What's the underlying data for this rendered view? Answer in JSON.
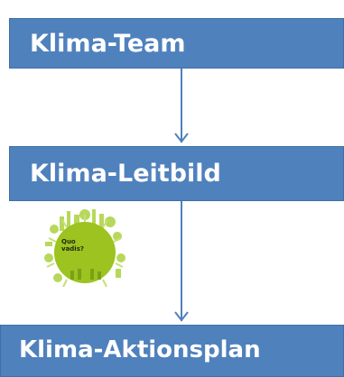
{
  "flow": {
    "steps": [
      {
        "label": "Klima-Team"
      },
      {
        "label": "Klima-Leitbild"
      },
      {
        "label": "Klima-Aktionsplan"
      }
    ]
  },
  "logo": {
    "line1": "Quo",
    "line2": "vadis?"
  },
  "colors": {
    "box_fill": "#4f81bd",
    "connector": "#4f81bd",
    "logo_green": "#9cc31f"
  }
}
